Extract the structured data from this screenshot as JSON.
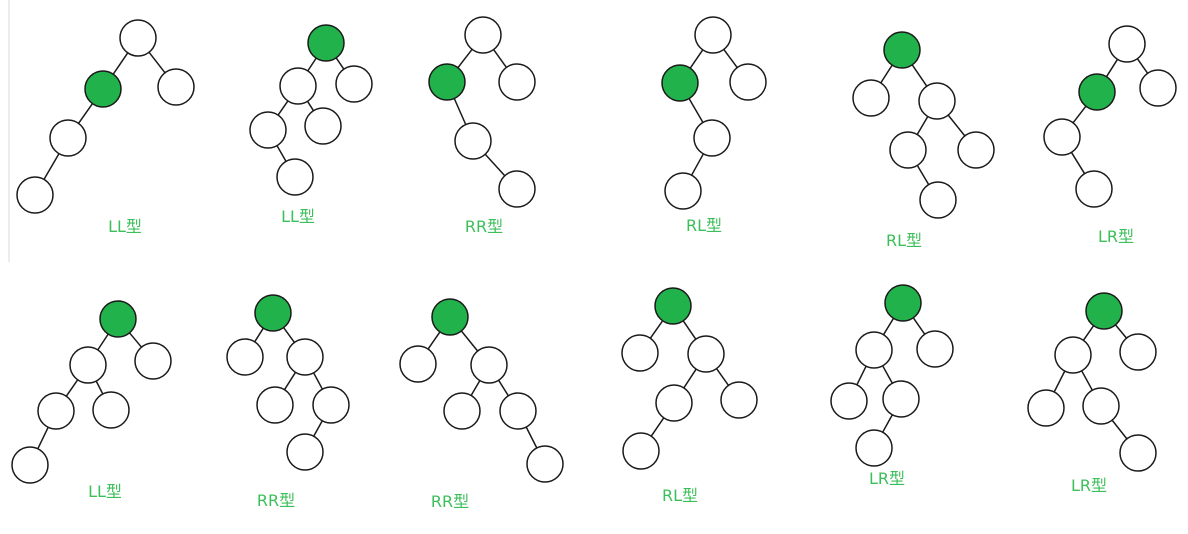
{
  "colors": {
    "highlight_node": "#22b24c",
    "plain_node": "#ffffff",
    "caption": "#3cbf5a"
  },
  "diagrams": [
    {
      "caption": "LL型"
    },
    {
      "caption": "LL型"
    },
    {
      "caption": "RR型"
    },
    {
      "caption": "RL型"
    },
    {
      "caption": "RL型"
    },
    {
      "caption": "LR型"
    },
    {
      "caption": "LL型"
    },
    {
      "caption": "RR型"
    },
    {
      "caption": "RR型"
    },
    {
      "caption": "RL型"
    },
    {
      "caption": "LR型"
    },
    {
      "caption": "LR型"
    }
  ]
}
